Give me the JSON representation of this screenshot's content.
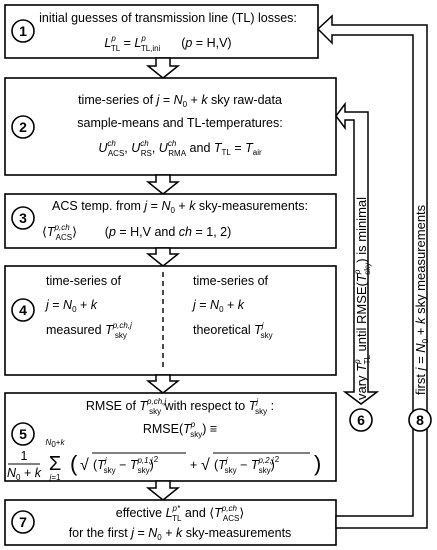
{
  "steps": [
    {
      "number": "1",
      "lines": [
        "initial guesses of transmission line (TL) losses:",
        "L^p_TL = L^p_TL,ini    (p = H,V)"
      ]
    },
    {
      "number": "2",
      "lines": [
        "time-series of j = N₀ + k sky raw-data",
        "sample-means and TL-temperatures:",
        "U^ch_ACS, U^ch_RS, U^ch_RMA and T_TL = T_air"
      ]
    },
    {
      "number": "3",
      "lines": [
        "ACS temp. from j = N₀ + k sky-measurements:",
        "⟨T^p,ch_ACS⟩     (p = H,V and ch = 1, 2)"
      ]
    },
    {
      "number": "4",
      "left_lines": [
        "time-series of",
        "j = N₀ + k",
        "measured T^p,ch,j_sky"
      ],
      "right_lines": [
        "time-series of",
        "j = N₀ + k",
        "theoretical T^j_sky"
      ]
    },
    {
      "number": "5",
      "lines": [
        "RMSE of T^p,ch,j_sky with respect to T^j_sky :",
        "RMSE(T^p_sky) ≡",
        "1/(N₀ + k) Σ_{j=1}^{N₀+k} ( √(T^j_sky − T^p,1,j_sky)² + √(T^j_sky − T^p,2,j_sky)² )"
      ]
    },
    {
      "number": "6",
      "label": "vary T^p_TL until RMSE(T^p_sky) is minimal"
    },
    {
      "number": "7",
      "lines": [
        "effective L^p*_TL and ⟨T^p,ch_ACS⟩",
        "for the first j = N₀ + k sky-measurements"
      ]
    },
    {
      "number": "8",
      "label": "first j = N₀ + k sky measurements"
    }
  ]
}
